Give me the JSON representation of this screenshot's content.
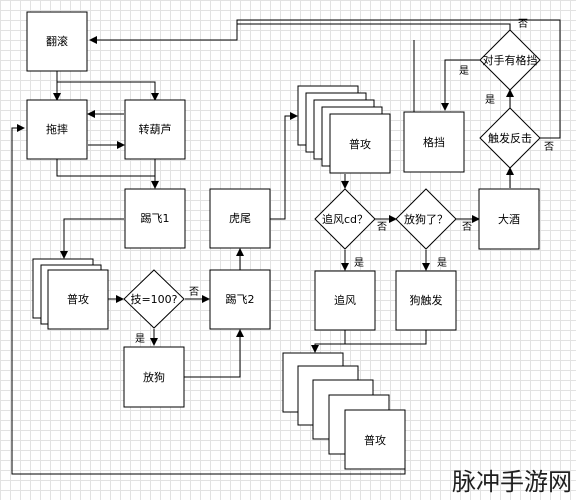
{
  "nodes": {
    "fangun": "翻滚",
    "tuosha": "拖摔",
    "zhuanhulu": "转葫芦",
    "tifei1": "踢飞1",
    "pugong1": "普攻",
    "ji100": "技=100?",
    "fanggou1": "放狗",
    "tifei2": "踢飞2",
    "huwei": "虎尾",
    "pugong2": "普攻",
    "zhuifeng_cd": "追风cd？",
    "fanggou_le": "放狗了？",
    "zhuifeng": "追风",
    "goutrigger": "狗触发",
    "pugong3": "普攻",
    "gedang": "格挡",
    "dajiu": "大酒",
    "chufa_fanji": "触发反击",
    "duishou_gedang": "对手有格挡"
  },
  "edge_labels": {
    "ji100_no": "否",
    "ji100_yes": "是",
    "zhuifeng_no": "否",
    "zhuifeng_yes": "是",
    "fanggou_no": "否",
    "fanggou_yes": "是",
    "chufa_no": "否",
    "chufa_yes": "是",
    "duishou_no": "否",
    "duishou_yes": "是"
  },
  "watermark": "脉冲手游网"
}
